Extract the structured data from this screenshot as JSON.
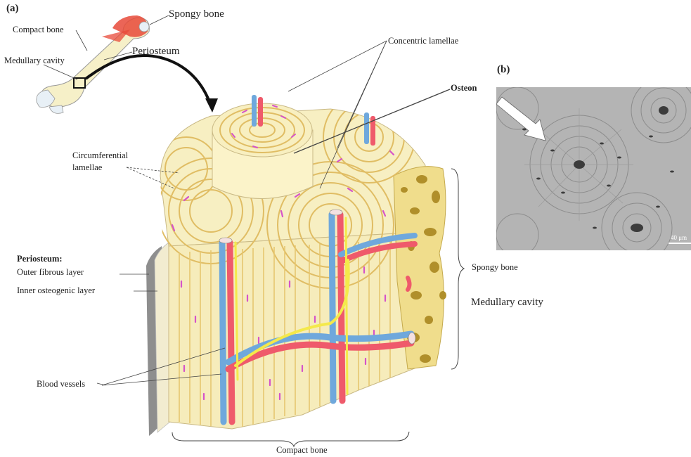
{
  "panel_labels": {
    "a": "(a)",
    "b": "(b)"
  },
  "labels": {
    "spongy_bone_top": "Spongy bone",
    "compact_bone_top": "Compact bone",
    "medullary_cavity_top": "Medullary cavity",
    "periosteum_top": "Periosteum",
    "concentric_lamellae": "Concentric lamellae",
    "osteon": "Osteon",
    "circumferential_lamellae_1": "Circumferential",
    "circumferential_lamellae_2": "lamellae",
    "periosteum_heading": "Periosteum:",
    "outer_fibrous_layer": "Outer fibrous layer",
    "inner_osteogenic_layer": "Inner osteogenic layer",
    "blood_vessels": "Blood vessels",
    "spongy_bone_right": "Spongy bone",
    "medullary_cavity_right": "Medullary cavity",
    "compact_bone_bottom": "Compact bone",
    "scale_bar": "40 μm"
  },
  "colors": {
    "bone": "#f7efc2",
    "bone_shade": "#efe0a0",
    "lamella_ring": "#e5c26a",
    "lacuna": "#d653c9",
    "artery": "#ef5a6b",
    "vein": "#6fa8dc",
    "nerve": "#f4e94a",
    "marrow_spot": "#a98a25",
    "periosteum_grey": "#9a9a9a",
    "micro_bg": "#b4b4b4"
  }
}
